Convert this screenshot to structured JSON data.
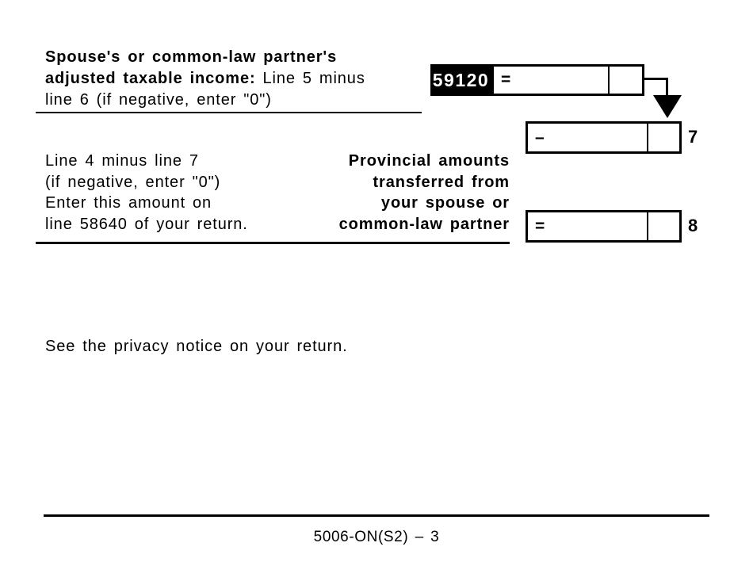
{
  "page": {
    "top_section": {
      "label": {
        "line1_bold": "Spouse's or common-law partner's",
        "line2_bold": "adjusted taxable income:",
        "line2_regular": "Line 5 minus",
        "line3_regular": "line 6 (if negative, enter \"0\")"
      },
      "field": {
        "code": "59120",
        "operator": "=",
        "amount": "",
        "cents": ""
      }
    },
    "line7": {
      "operator": "–",
      "amount": "",
      "cents": "",
      "number": "7"
    },
    "mid_section": {
      "left_label": {
        "line1": "Line 4 minus line 7",
        "line2": "(if negative, enter \"0\")",
        "line3": "Enter this amount on",
        "line4": "line 58640 of your return."
      },
      "right_label": {
        "line1": "Provincial amounts",
        "line2": "transferred from",
        "line3": "your spouse or",
        "line4": "common-law partner"
      }
    },
    "line8": {
      "operator": "=",
      "amount": "",
      "cents": "",
      "number": "8"
    },
    "privacy_notice": "See the privacy notice on your return.",
    "footer": {
      "form_code": "5006-ON(S2) – 3"
    }
  },
  "colors": {
    "ink": "#000000",
    "paper": "#ffffff",
    "code_tag_bg": "#000000",
    "code_tag_text": "#ffffff"
  }
}
